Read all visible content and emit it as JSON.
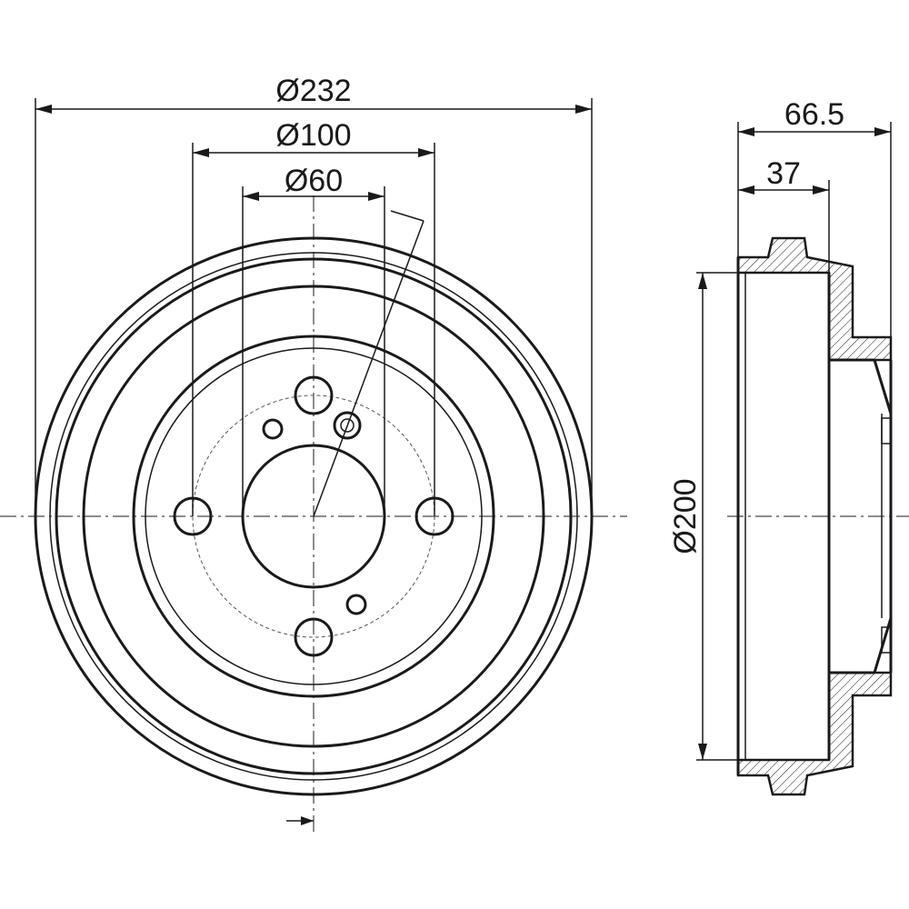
{
  "front_view": {
    "dim_outer_diameter": "Ø232",
    "dim_bolt_circle": "Ø100",
    "dim_center_bore": "Ø60"
  },
  "side_view": {
    "dim_overall_width": "66.5",
    "dim_flange_width": "37",
    "dim_braking_diameter": "Ø200"
  }
}
